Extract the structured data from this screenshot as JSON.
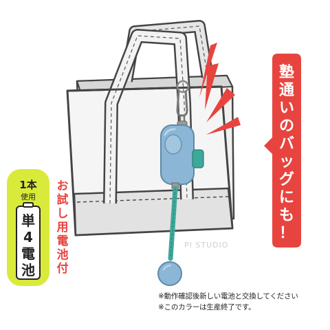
{
  "callout": {
    "chars": [
      "塾",
      "通",
      "い",
      "の",
      "バ",
      "ッ",
      "グ",
      "に",
      "も",
      "！"
    ],
    "color": "#e8443f",
    "text_color": "#ffffff"
  },
  "battery_badge": {
    "count": "1本",
    "usage": "使用",
    "size_chars": [
      "単",
      "4",
      "電",
      "池"
    ],
    "bg_color": "#d9ea3a"
  },
  "trial_battery": {
    "chars": [
      "お",
      "試",
      "し",
      "用",
      "電",
      "池",
      "付"
    ],
    "color": "#e8443f"
  },
  "watermark": "PI STUDIO",
  "notes": [
    "※動作確認後新しい電池と交換してください",
    "※このカラーは生産終了です。"
  ],
  "product_colors": {
    "body": "#8cb6d6",
    "strap": "#3ea89a"
  }
}
